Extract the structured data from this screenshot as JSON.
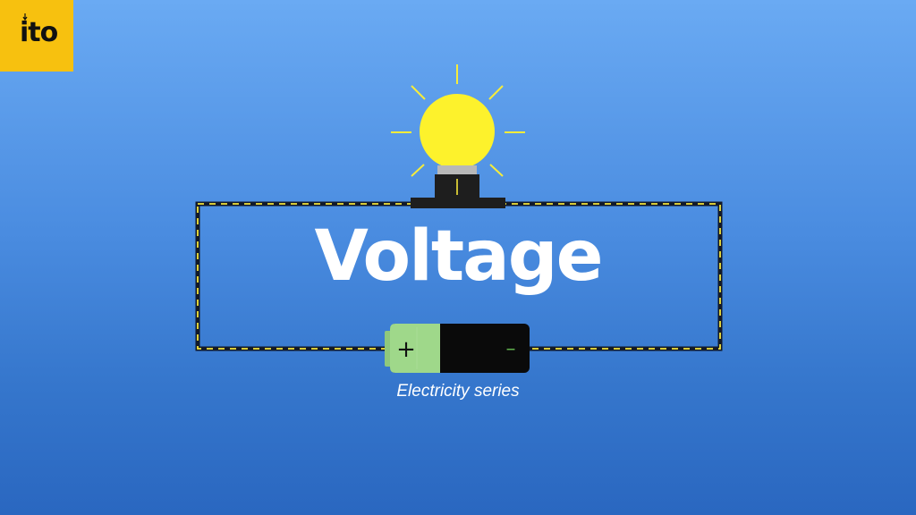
{
  "brand": {
    "logo_text": "ito",
    "logo_color": "#f7c10f"
  },
  "title": "Voltage",
  "subtitle": "Electricity series",
  "battery": {
    "positive_symbol": "+",
    "negative_symbol": "–",
    "positive_color": "#9fd88a",
    "body_color": "#0a0a0a"
  },
  "bulb": {
    "glass_color": "#fdf22c",
    "ray_color": "#f6ec3a"
  },
  "wire": {
    "outer_color": "#121a2a",
    "dash_color": "#f3e43a"
  },
  "background": {
    "top": "#6aaaf3",
    "bottom": "#2a67c0"
  }
}
